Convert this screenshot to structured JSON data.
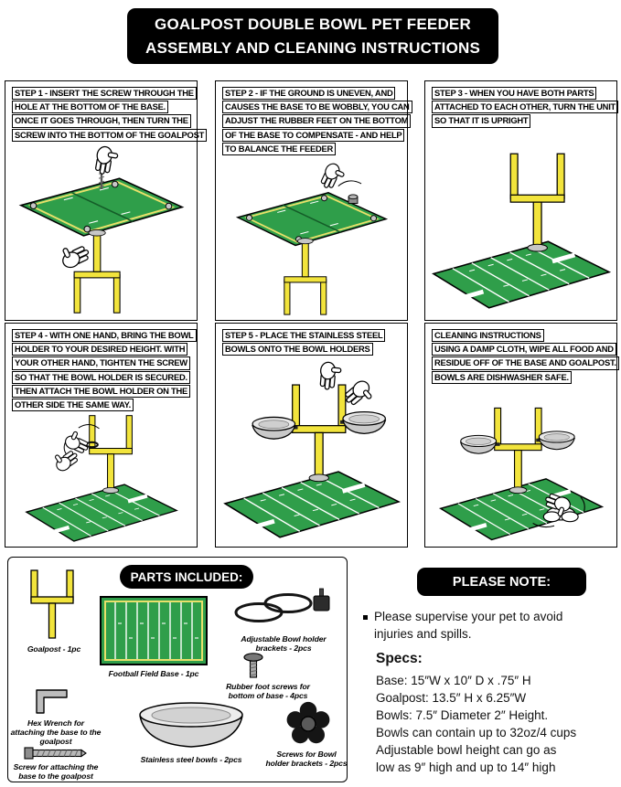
{
  "colors": {
    "field_green": "#2f9e4a",
    "goalpost_yellow": "#f2e43c",
    "banner_black": "#000000",
    "steel_gray": "#d9d9d9",
    "line_white": "#ffffff"
  },
  "header": {
    "line1": "GOALPOST DOUBLE BOWL PET FEEDER",
    "line2": "ASSEMBLY AND CLEANING INSTRUCTIONS"
  },
  "steps": [
    {
      "lines": [
        "STEP 1 - INSERT THE SCREW THROUGH THE",
        "HOLE AT THE BOTTOM OF THE BASE.",
        "ONCE IT GOES THROUGH, THEN TURN THE",
        "SCREW INTO THE BOTTOM OF THE GOALPOST"
      ]
    },
    {
      "lines": [
        "STEP 2 - IF THE GROUND IS UNEVEN, AND",
        "CAUSES THE BASE TO BE WOBBLY, YOU CAN",
        "ADJUST THE RUBBER FEET ON THE BOTTOM",
        "OF THE BASE TO COMPENSATE - AND HELP",
        "TO BALANCE THE FEEDER"
      ]
    },
    {
      "lines": [
        "STEP 3 - WHEN YOU HAVE BOTH PARTS",
        "ATTACHED TO EACH OTHER, TURN THE UNIT",
        "SO THAT IT IS UPRIGHT"
      ]
    },
    {
      "lines": [
        "STEP 4 - WITH ONE HAND, BRING THE BOWL",
        "HOLDER TO YOUR DESIRED HEIGHT. WITH",
        "YOUR OTHER HAND, TIGHTEN THE SCREW",
        "SO THAT THE BOWL HOLDER IS SECURED.",
        "THEN ATTACH THE BOWL HOLDER ON THE",
        "OTHER SIDE THE SAME WAY."
      ]
    },
    {
      "lines": [
        "STEP 5 - PLACE THE STAINLESS STEEL",
        "BOWLS ONTO THE BOWL HOLDERS"
      ]
    },
    {
      "lines": [
        "CLEANING INSTRUCTIONS",
        "USING A DAMP CLOTH, WIPE ALL FOOD AND",
        "RESIDUE OFF OF THE BASE AND GOALPOST.",
        "BOWLS ARE DISHWASHER SAFE."
      ]
    }
  ],
  "parts": {
    "title": "PARTS INCLUDED:",
    "items": [
      {
        "name": "goalpost",
        "label": "Goalpost - 1pc"
      },
      {
        "name": "football-field-base",
        "label": "Football Field Base - 1pc"
      },
      {
        "name": "bowl-holder-brackets",
        "label": "Adjustable Bowl holder brackets - 2pcs"
      },
      {
        "name": "rubber-foot-screws",
        "label": "Rubber foot screws for bottom of base - 4pcs"
      },
      {
        "name": "hex-wrench",
        "label": "Hex Wrench for attaching the base to the goalpost"
      },
      {
        "name": "attach-screw",
        "label": "Screw for attaching the base to the goalpost"
      },
      {
        "name": "stainless-bowls",
        "label": "Stainless steel bowls - 2pcs"
      },
      {
        "name": "bracket-screws",
        "label": "Screws for Bowl holder brackets - 2pcs"
      }
    ]
  },
  "note": {
    "title": "PLEASE NOTE:",
    "bullet": "Please supervise your pet to avoid injuries and spills.",
    "specs_title": "Specs:",
    "specs": [
      "Base: 15″W x 10″ D x .75″ H",
      "Goalpost: 13.5″ H x 6.25″W",
      "Bowls: 7.5″ Diameter 2″ Height.",
      "Bowls can contain up to 32oz/4 cups",
      "Adjustable bowl height can go as",
      "low as 9″ high and up to 14″ high"
    ]
  }
}
